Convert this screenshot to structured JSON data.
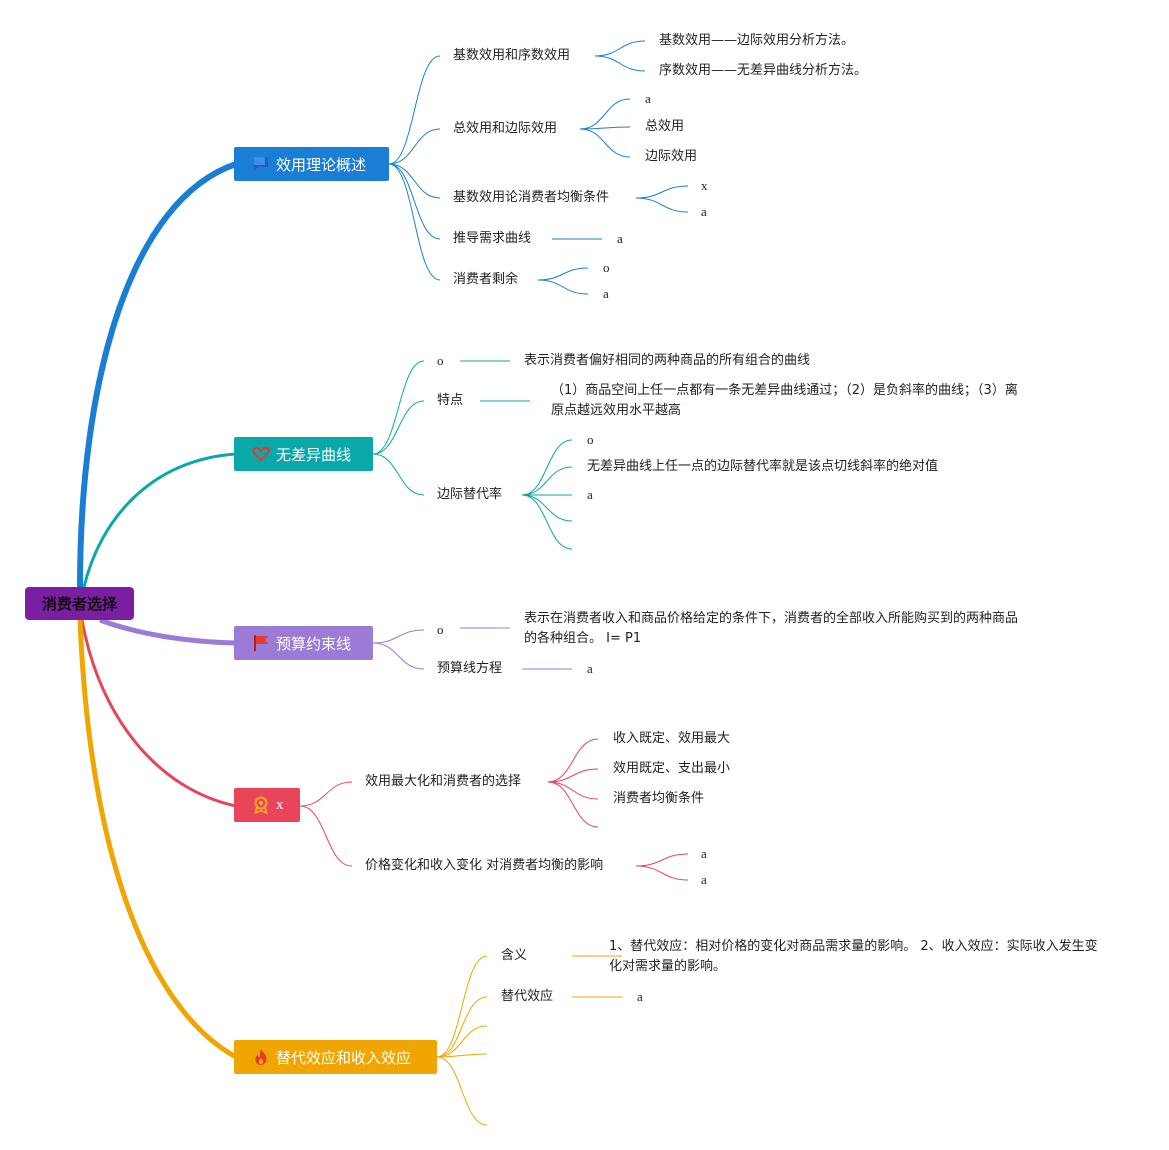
{
  "root": {
    "label": "消费者选择"
  },
  "branches": [
    {
      "label": "效用理论概述",
      "color": "#1a7fd4",
      "icon": "flag-icon",
      "children": [
        {
          "label": "基数效用和序数效用",
          "children": [
            "基数效用——边际效用分析方法。",
            "序数效用——无差异曲线分析方法。"
          ]
        },
        {
          "label": "总效用和边际效用",
          "children": [
            "a",
            "总效用",
            "边际效用"
          ]
        },
        {
          "label": "基数效用论消费者均衡条件",
          "children": [
            "x",
            "a"
          ]
        },
        {
          "label": "推导需求曲线",
          "children": [
            "a"
          ]
        },
        {
          "label": "消费者剩余",
          "children": [
            "o",
            "a"
          ]
        }
      ]
    },
    {
      "label": "无差异曲线",
      "color": "#0aa8a8",
      "icon": "heart-icon",
      "children": [
        {
          "label": "o",
          "children": [
            "表示消费者偏好相同的两种商品的所有组合的曲线"
          ]
        },
        {
          "label": "特点",
          "children": [
            "（1）商品空间上任一点都有一条无差异曲线通过；（2）是负斜率的曲线；（3）离原点越远效用水平越高"
          ]
        },
        {
          "label": "边际替代率",
          "children": [
            "o",
            "无差异曲线上任一点的边际替代率就是该点切线斜率的绝对值",
            "a",
            "",
            ""
          ]
        }
      ]
    },
    {
      "label": "预算约束线",
      "color": "#9c7bd6",
      "icon": "red-flag-icon",
      "children": [
        {
          "label": "o",
          "children": [
            "表示在消费者收入和商品价格给定的条件下，消费者的全部收入所能购买到的两种商品的各种组合。 I= P1"
          ]
        },
        {
          "label": "预算线方程",
          "children": [
            "a"
          ]
        }
      ]
    },
    {
      "label": "x",
      "color": "#e8445a",
      "icon": "award-icon",
      "children": [
        {
          "label": "效用最大化和消费者的选择",
          "children": [
            "收入既定、效用最大",
            "效用既定、支出最小",
            "消费者均衡条件",
            ""
          ]
        },
        {
          "label": "价格变化和收入变化 对消费者均衡的影响",
          "children": [
            "a",
            "a"
          ]
        }
      ]
    },
    {
      "label": "替代效应和收入效应",
      "color": "#f0a500",
      "icon": "fire-icon",
      "children": [
        {
          "label": "含义",
          "children": [
            "1、替代效应：相对价格的变化对商品需求量的影响。 2、收入效应：实际收入发生变化对需求量的影响。"
          ]
        },
        {
          "label": "替代效应",
          "children": [
            "a"
          ]
        },
        {
          "label": "",
          "children": []
        },
        {
          "label": "",
          "children": []
        },
        {
          "label": "",
          "children": []
        }
      ]
    }
  ]
}
